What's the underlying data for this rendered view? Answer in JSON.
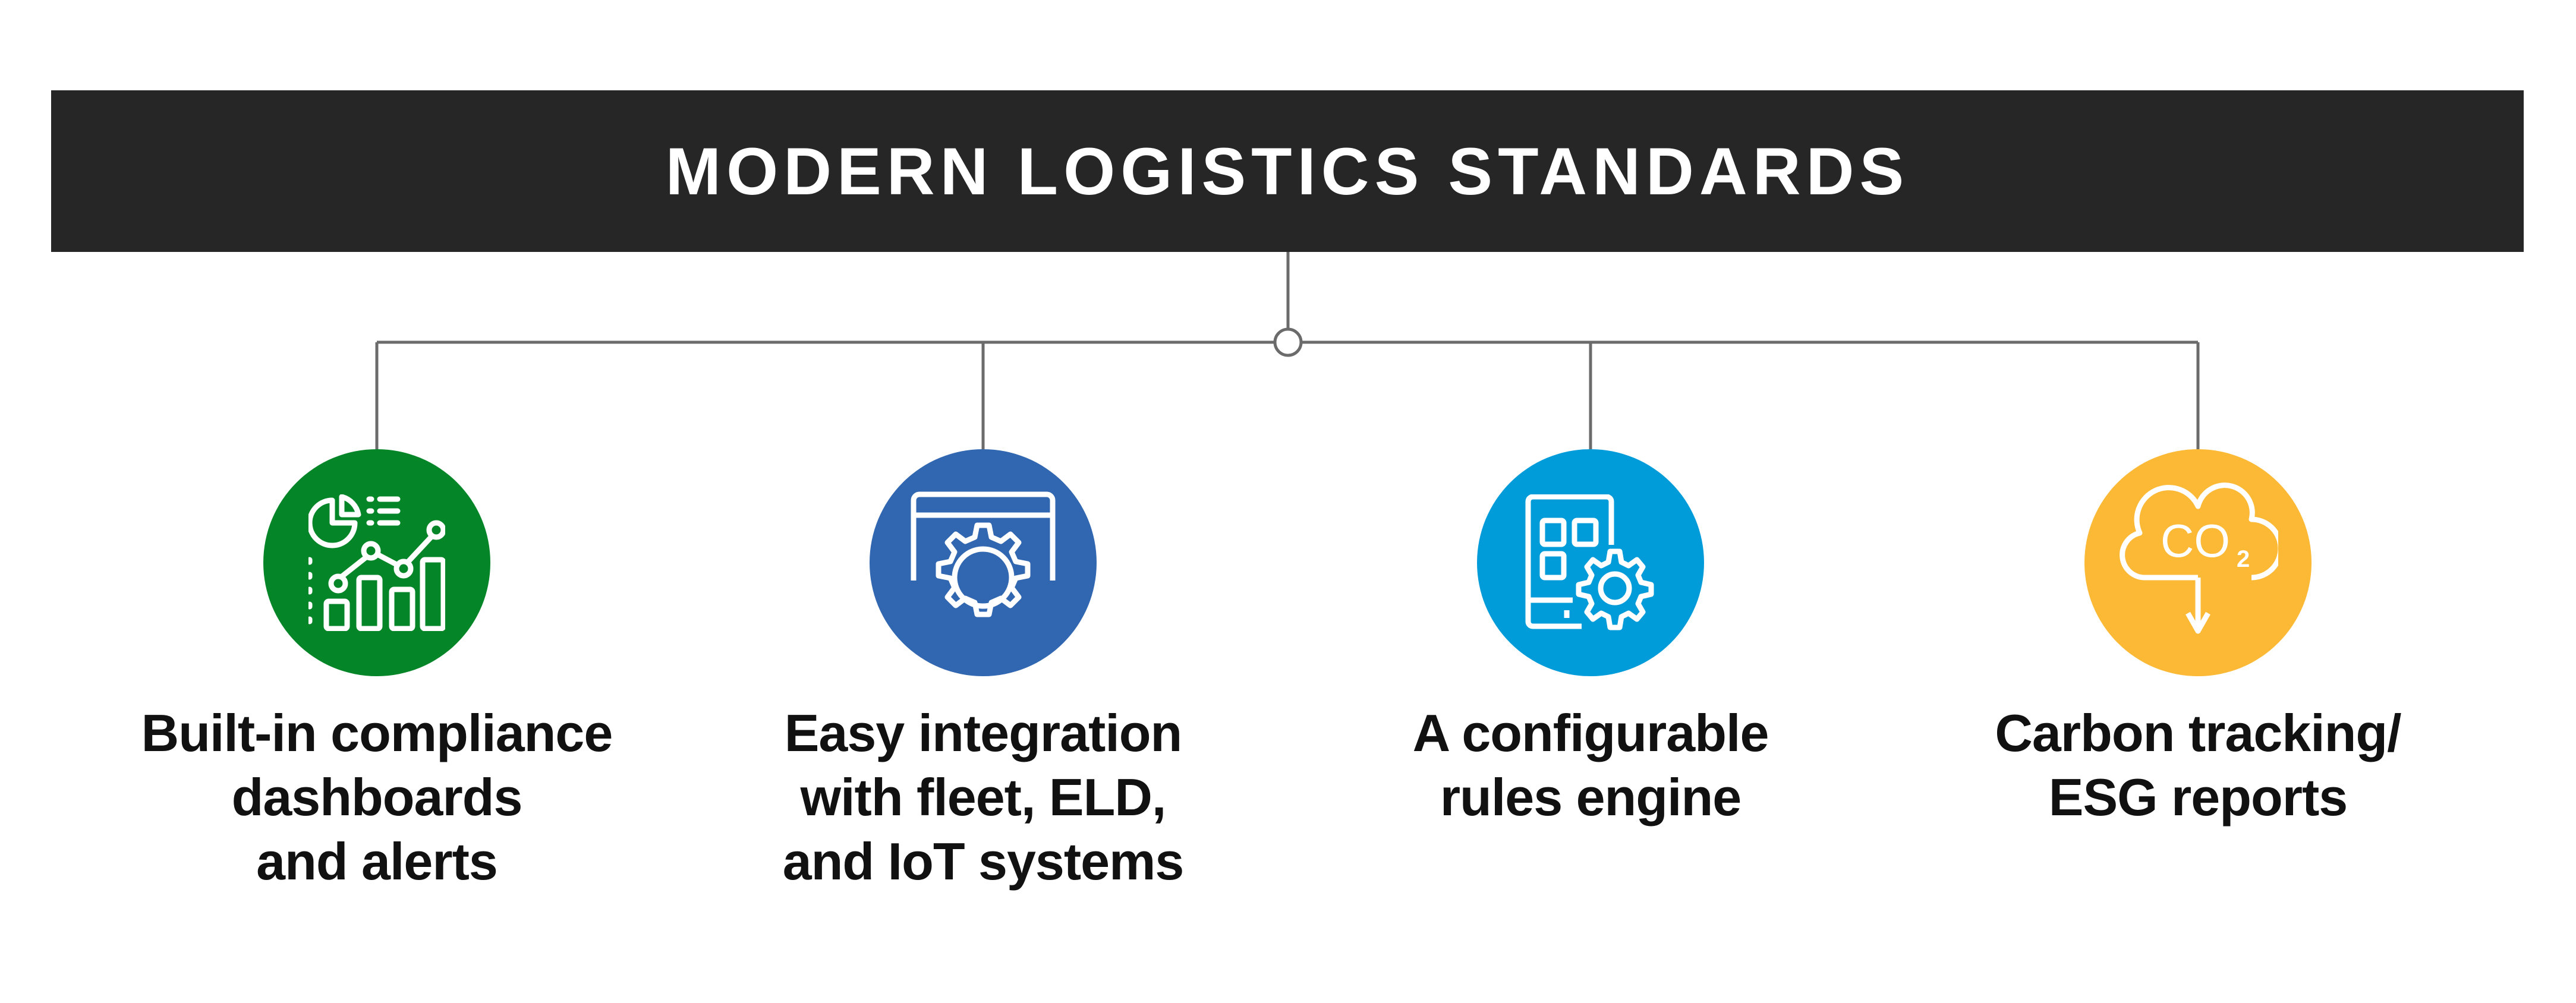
{
  "header": {
    "title": "MODERN LOGISTICS STANDARDS"
  },
  "colors": {
    "header_bg": "#262626",
    "connector": "#6b6b6b",
    "green": "#048628",
    "blue": "#3166B0",
    "cyan": "#009CDA",
    "yellow": "#FBB936"
  },
  "items": [
    {
      "icon": "analytics-dashboard-icon",
      "lines": [
        "Built-in compliance",
        "dashboards",
        "and alerts"
      ]
    },
    {
      "icon": "browser-gear-icon",
      "lines": [
        "Easy integration",
        "with fleet, ELD,",
        "and IoT systems"
      ]
    },
    {
      "icon": "mobile-gear-icon",
      "lines": [
        "A configurable",
        "rules engine"
      ]
    },
    {
      "icon": "co2-cloud-icon",
      "co2_text": "CO",
      "co2_sub": "2",
      "lines": [
        "Carbon tracking/",
        "ESG reports"
      ]
    }
  ]
}
